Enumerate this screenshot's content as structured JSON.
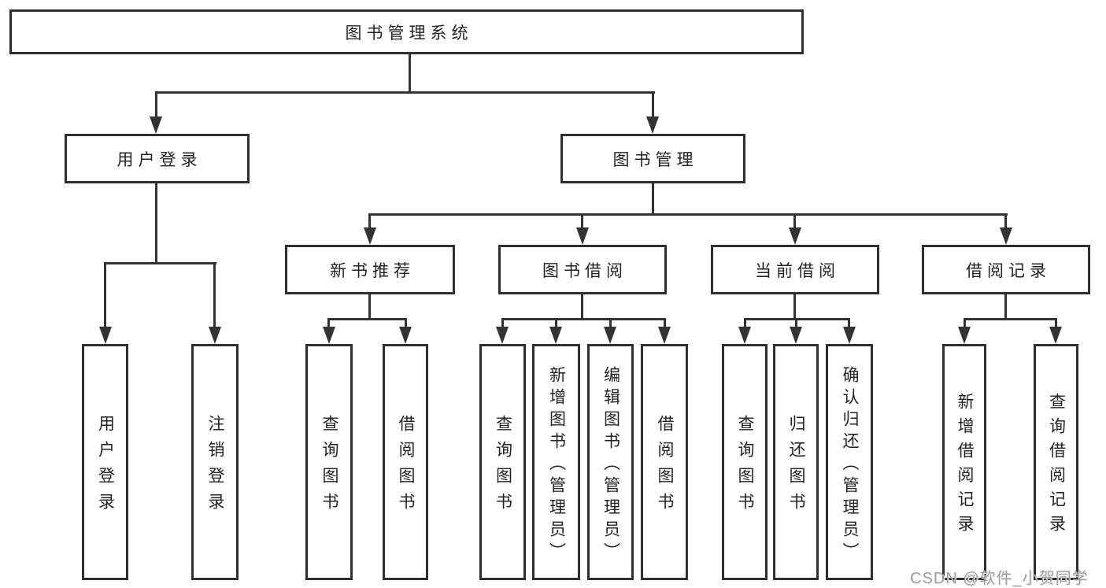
{
  "diagram": {
    "root": "图书管理系统",
    "branches": [
      {
        "label": "用户登录",
        "children": [
          "用户登录",
          "注销登录"
        ]
      },
      {
        "label": "图书管理",
        "sections": [
          {
            "label": "新书推荐",
            "children": [
              "查询图书",
              "借阅图书"
            ]
          },
          {
            "label": "图书借阅",
            "children": [
              "查询图书",
              "新增图书（管理员）",
              "编辑图书（管理员）",
              "借阅图书"
            ]
          },
          {
            "label": "当前借阅",
            "children": [
              "查询图书",
              "归还图书",
              "确认归还（管理员）"
            ]
          },
          {
            "label": "借阅记录",
            "children": [
              "新增借阅记录",
              "查询借阅记录"
            ]
          }
        ]
      }
    ]
  },
  "watermark": {
    "text": "CSDN @软件_小贺同学"
  },
  "colors": {
    "box_border": "#2f2f2f",
    "connector_line": "#333333",
    "text": "#232323",
    "watermark_text": "#a0a0a0",
    "background": "#ffffff"
  }
}
